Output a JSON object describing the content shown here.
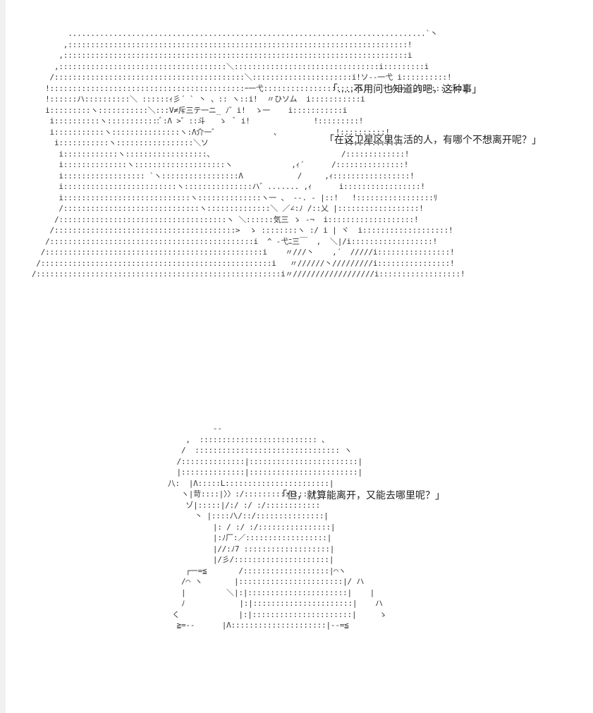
{
  "dialogue": [
    "「.....不用问也知道的吧，这种事」",
    "「在这卫星区里生活的人，有哪个不想离开呢？」",
    "「但，就算能离开，又能去哪里呢？」"
  ],
  "ascii_art": {
    "top": "          ...............................................................................`丶\n         ,:::::::::::::::::::::::::::::::::::::::::::::::::::::::::::::::::::::::::::!\n        ,::::::::::::::::::::::::::::::::::::::::::::::::::::::::::::::::::::::::::::i\n       ,:::::::::::::::::::::::::::::::::::::＼::::::::::::::::::::::::::::::::i:::::::::i\n      /::::::::::::::::::::::::::::::::::::::::::＼::::::::::::::::::::::i!ソ--一弋 i::::::::::!\n     !:::::::::::::::::::::::::::::::::::::::::::ｰ一弋:::::::::::::::::::::i!   ´ ∠-=- ,i:::::::::i\n     !::::::ハ::::::::::＼ ::::::ｨ彡´ ` 丶 、:: ヽ::i!  〃ひソム  i:::::::::::i\n     i:::::::::ヽ:::::::::::＼:::V≠斥三テ一ニ_ ﾉ゛i!  ゝ一    i:::::::::::i\n      i::::::::::ヽ::::::::::::ﾞ:Λ >゛::斗   ゝ  ﾞ i!              !:::::::::!\n      i:::::::::::ヽ:::::::::::::::ヽ:Λ介一゛            、            !::::::::::!\n       i:::::::::::ヽ:::::::::::::::::＼ソ                              !:::::::::::!\n        i::::::::::::ヽ::::::::::::::::::、                            /:::::::::::::!\n        i::::::::::::::ヽ::::::::::::::::::::ヽ             ,ｨ´      /:::::::::::::::!\n        i:::::::::::::::::: `ヽ:::::::::::::::::Λ            /     ,ｨ:::::::::::::::::!\n        i:::::::::::::::::::::::::ヽ:::::::::::::::ハ゛....... ,ｨ      i:::::::::::::::::!\n        i::::::::::::::::::::::::::::ヽ::::::::::::::ヽ一 、 --. ‐ |::!   !:::::::::::::::::ﾘ\n        /::::::::::::::::::::::::::::::ヽ::::::::::::::＼ ／∠:ﾉ /::乂 |::::::::::::::::::!\n       /:::::::::::::::::::::::::::::::::::::ヽ ＼::::::気三 ゝ -¬  i:::::::::::::::::::!\n      /::::::::::::::::::::::::::::::::::::::::>  ゝ ::::::::ヽ :/ i | ヾ  i:::::::::::::::::::!\n     /:::::::::::::::::::::::::::::::::::::::::::::i  ^ -弋ﾆ三￣  ,  ＼|/i::::::::::::::::::!\n    /::::::::::::::::::::::::::::::::::::::::::::::::i    〃///丶    ,´  /////i::::::::::::::::!\n   /:::::::::::::::::::::::::::::::::::::::::::::::::::i   〃//////丶/////////i::::::::::::::::!\n  /::::::::::::::::::::::::::::::::::::::::::::::::::::::i〃//////////////////i::::::::::::::::::!",
    "bottom": "              --\n        ,  :::::::::::::::::::::::::: 、\n       /  :::::::::::::::::::::::::::::::: ヽ\n      /::::::::::::::|::::::::::::::::::::::::|\n      |::::::::::::::|::::::::::::::::::::::::|\n    八:  |Λ:::::L:::::::::::::::::::::::|\n       ヽ|苛::::|〉〉:/:::::::::::::::|\n        ゾ|:::::|/:/ :/ :/::::::::::::\n          丶 |::::ﾉ\\/::/:::::::::::::::|\n              |: / :/ :/::::::::::::::::|\n              |:ﾉ厂:／::::::::::::::::::|\n              |//:ﾉ7 :::::::::::::::::::|\n              |/彡/:::::::::::::::::::::|\n        ┌一=≦       /:::::::::::::::::::|⌒ヽ\n       /⌒ ヽ       |:::::::::::::::::::::::|/ ハ\n       |         ＼|:|::::::::::::::::::::::|    |\n       ﾉ            |:|::::::::::::::::::::::|    ハ\n     く             |:|::::::::::::::::::::::|     ゝ\n      ≧=--      |Λ:::::::::::::::::::::|--=≦"
  }
}
